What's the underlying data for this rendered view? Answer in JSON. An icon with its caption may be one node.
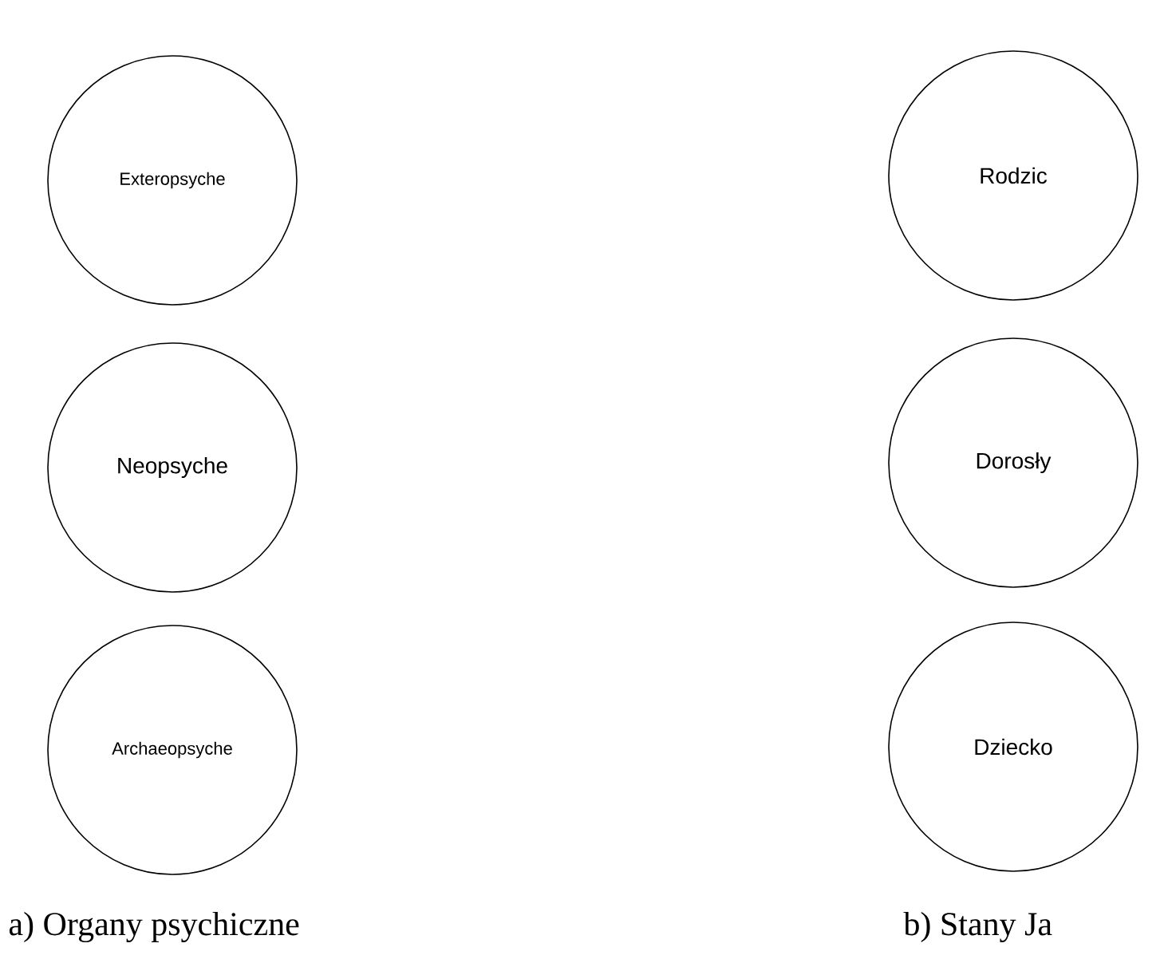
{
  "diagram": {
    "nodes": [
      {
        "text": [
          "Exteropsyche"
        ]
      },
      {
        "text": [
          "Rodzic"
        ]
      },
      {
        "text": [
          "Neopsyche"
        ]
      },
      {
        "text": [
          "Dorosły"
        ]
      },
      {
        "text": [
          "Archaeopsyche"
        ]
      },
      {
        "text": [
          "Dziecko"
        ]
      }
    ],
    "labels": [
      "a)  Organy psychiczne",
      "b) Stany Ja"
    ]
  }
}
